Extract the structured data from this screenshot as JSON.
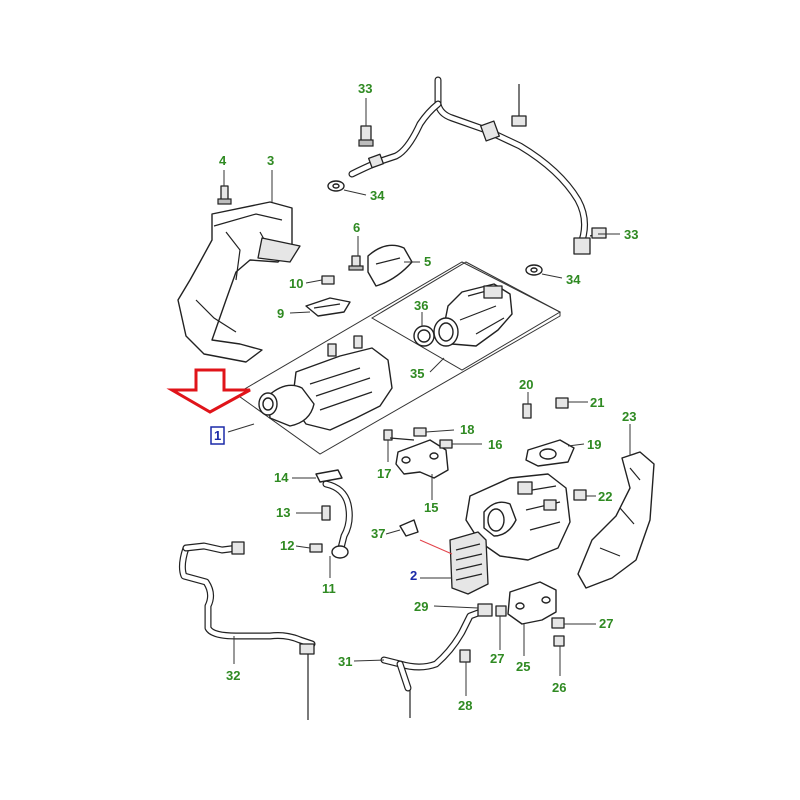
{
  "callouts": {
    "c33a": "33",
    "c3": "3",
    "c4": "4",
    "c34a": "34",
    "c6": "6",
    "c5": "5",
    "c33b": "33",
    "c34b": "34",
    "c10": "10",
    "c9": "9",
    "c36": "36",
    "c35": "35",
    "c1": "1",
    "c20": "20",
    "c21": "21",
    "c23": "23",
    "c18": "18",
    "c16": "16",
    "c19": "19",
    "c17": "17",
    "c14": "14",
    "c22": "22",
    "c15": "15",
    "c13": "13",
    "c37": "37",
    "c12": "12",
    "c2": "2",
    "c11": "11",
    "c29": "29",
    "c27a": "27",
    "c27b": "27",
    "c25": "25",
    "c31": "31",
    "c32": "32",
    "c26": "26",
    "c28": "28"
  },
  "colors": {
    "callout_text": "#2f8a22",
    "assembly_callout_text": "#1b2aa8",
    "indicator_arrow": "#e0141a",
    "highlight_leader": "#e2434a"
  },
  "highlight": {
    "icon": "red-down-arrow-icon",
    "selected_callout": "1"
  }
}
